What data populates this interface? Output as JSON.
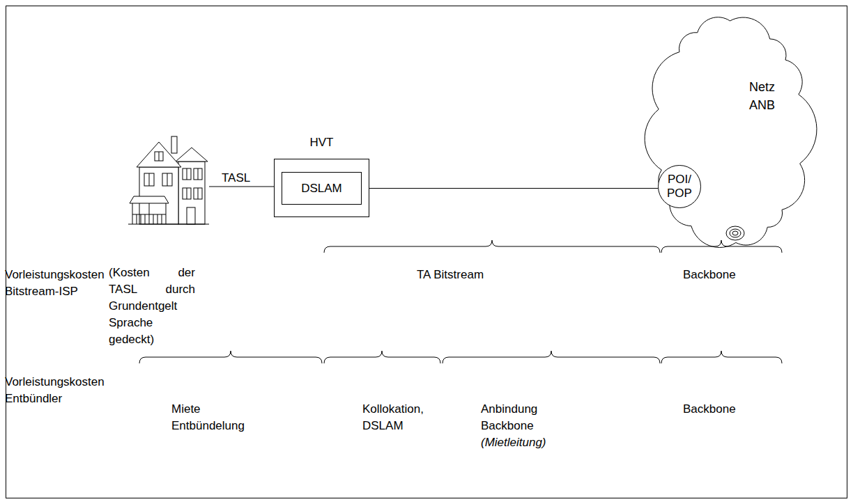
{
  "diagram": {
    "nodes": [
      {
        "text": [
          "HVT"
        ]
      },
      {
        "text": [
          "DSLAM"
        ],
        "in": 0
      },
      {
        "text": [
          "POI/ POP"
        ]
      },
      {
        "text": [
          "Netz ANB"
        ]
      }
    ],
    "edges": [
      {
        "from": 1,
        "to": 2,
        "arrow": "none"
      }
    ],
    "labels": [
      "TASL",
      "Vorleistungskosten Bitstream-ISP",
      "(Kosten der TASL durch Grundentgelt Sprache gedeckt)",
      "TA Bitstream",
      "Backbone",
      "Vorleistungskosten Entbündler",
      "Miete Entbündelung",
      "Kollokation, DSLAM",
      "Anbindung Backbone",
      "(Mietleitung)",
      "Backbone"
    ]
  }
}
